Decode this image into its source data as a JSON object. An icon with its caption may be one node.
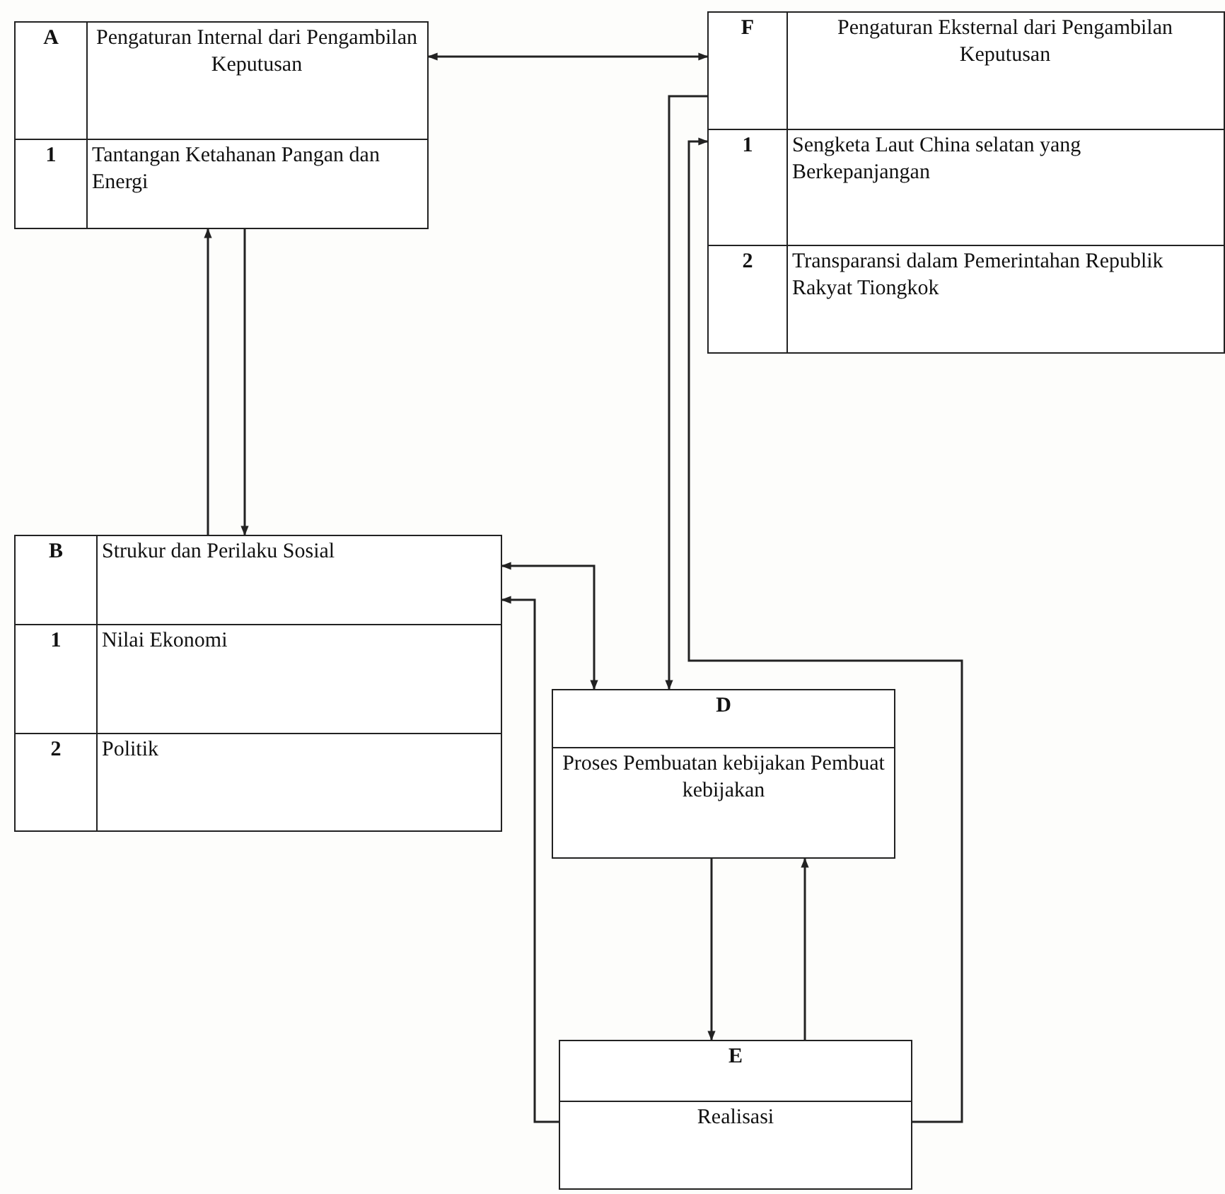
{
  "diagram": {
    "nodes": [
      {
        "text": [
          "A",
          "Pengaturan Internal dari Pengambilan Keputusan",
          "1",
          "Tantangan Ketahanan Pangan dan Energi"
        ]
      },
      {
        "text": [
          "F",
          "Pengaturan Eksternal dari Pengambilan Keputusan",
          "1",
          "Sengketa Laut China selatan yang Berkepanjangan",
          "2",
          "Transparansi dalam Pemerintahan Republik Rakyat Tiongkok"
        ]
      },
      {
        "text": [
          "B",
          "Strukur dan Perilaku Sosial",
          "1",
          "Nilai Ekonomi",
          "2",
          "Politik"
        ]
      },
      {
        "text": [
          "D",
          "Proses Pembuatan kebijakan Pembuat kebijakan"
        ]
      },
      {
        "text": [
          "E",
          "Realisasi"
        ]
      }
    ],
    "edges": [
      {
        "from": 0,
        "to": 1,
        "arrow": "both"
      },
      {
        "from": 2,
        "to": 0,
        "arrow": "to"
      },
      {
        "from": 0,
        "to": 2,
        "arrow": "to"
      },
      {
        "from": 2,
        "to": 3,
        "arrow": "both"
      },
      {
        "from": 4,
        "to": 2,
        "arrow": "to"
      },
      {
        "from": 1,
        "to": 3,
        "arrow": "to"
      },
      {
        "from": 4,
        "to": 1,
        "arrow": "to"
      },
      {
        "from": 3,
        "to": 4,
        "arrow": "to"
      },
      {
        "from": 4,
        "to": 3,
        "arrow": "to"
      }
    ]
  }
}
